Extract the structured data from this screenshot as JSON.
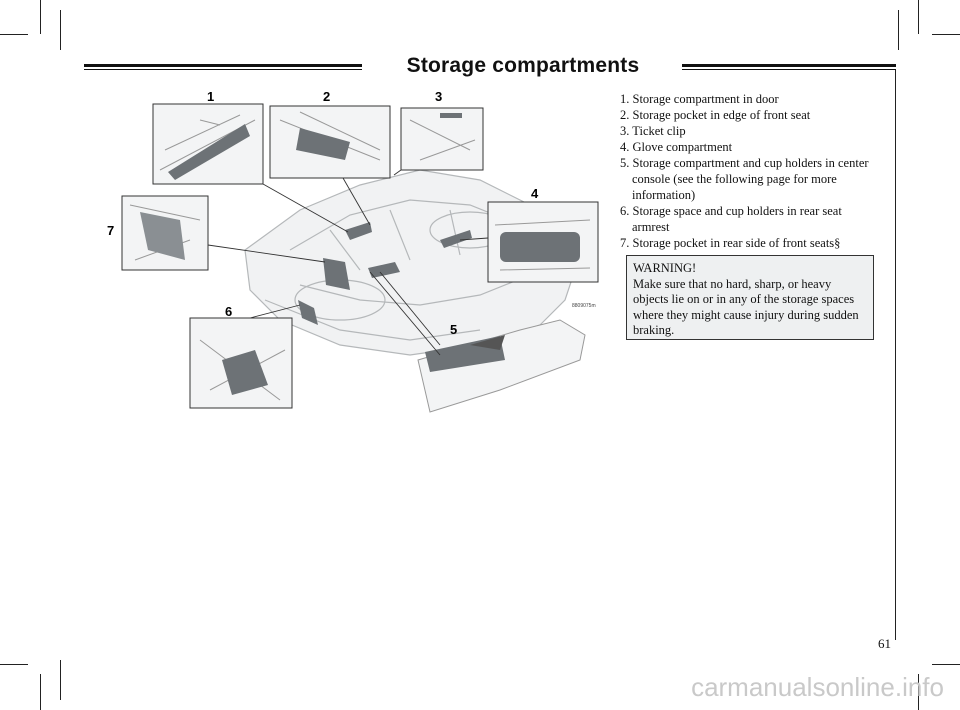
{
  "page": {
    "title": "Storage compartments",
    "page_number": "61",
    "watermark": "carmanualsonline.info"
  },
  "figure": {
    "code": "8809075m",
    "callouts": [
      "1",
      "2",
      "3",
      "4",
      "5",
      "6",
      "7"
    ]
  },
  "items": [
    "1. Storage compartment in door",
    "2. Storage pocket in edge of front seat",
    "3. Ticket clip",
    "4. Glove compartment",
    "5. Storage compartment and cup holders in center console (see the following page for more information)",
    "6. Storage space and cup holders in rear seat armrest",
    "7. Storage pocket in rear side of front seats§"
  ],
  "warning": {
    "title": "WARNING!",
    "text": "Make sure that no hard, sharp, or heavy objects lie on or in any of the storage spaces where they might cause injury during sudden braking."
  }
}
